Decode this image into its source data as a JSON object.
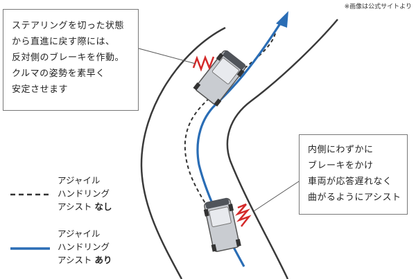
{
  "note": "※画像は公式サイトより",
  "callout_top": {
    "lines": [
      "ステアリングを切った状態",
      "から直進に戻す際には、",
      "反対側のブレーキを作動。",
      "クルマの姿勢を素早く",
      "安定させます"
    ]
  },
  "callout_right": {
    "lines": [
      "内側にわずかに",
      "ブレーキをかけ",
      "車両が応答遅れなく",
      "曲がるようにアシスト"
    ]
  },
  "legend": {
    "without": {
      "line1": "アジャイル",
      "line2": "ハンドリング",
      "line3_prefix": "アシスト ",
      "line3_bold": "なし"
    },
    "with": {
      "line1": "アジャイル",
      "line2": "ハンドリング",
      "line3_prefix": "アシスト ",
      "line3_bold": "あり"
    }
  },
  "colors": {
    "assist_path": "#2a6db5",
    "no_assist_path": "#333333",
    "brake_mark": "#d42a2a",
    "road_edge": "#3a3a3a"
  }
}
